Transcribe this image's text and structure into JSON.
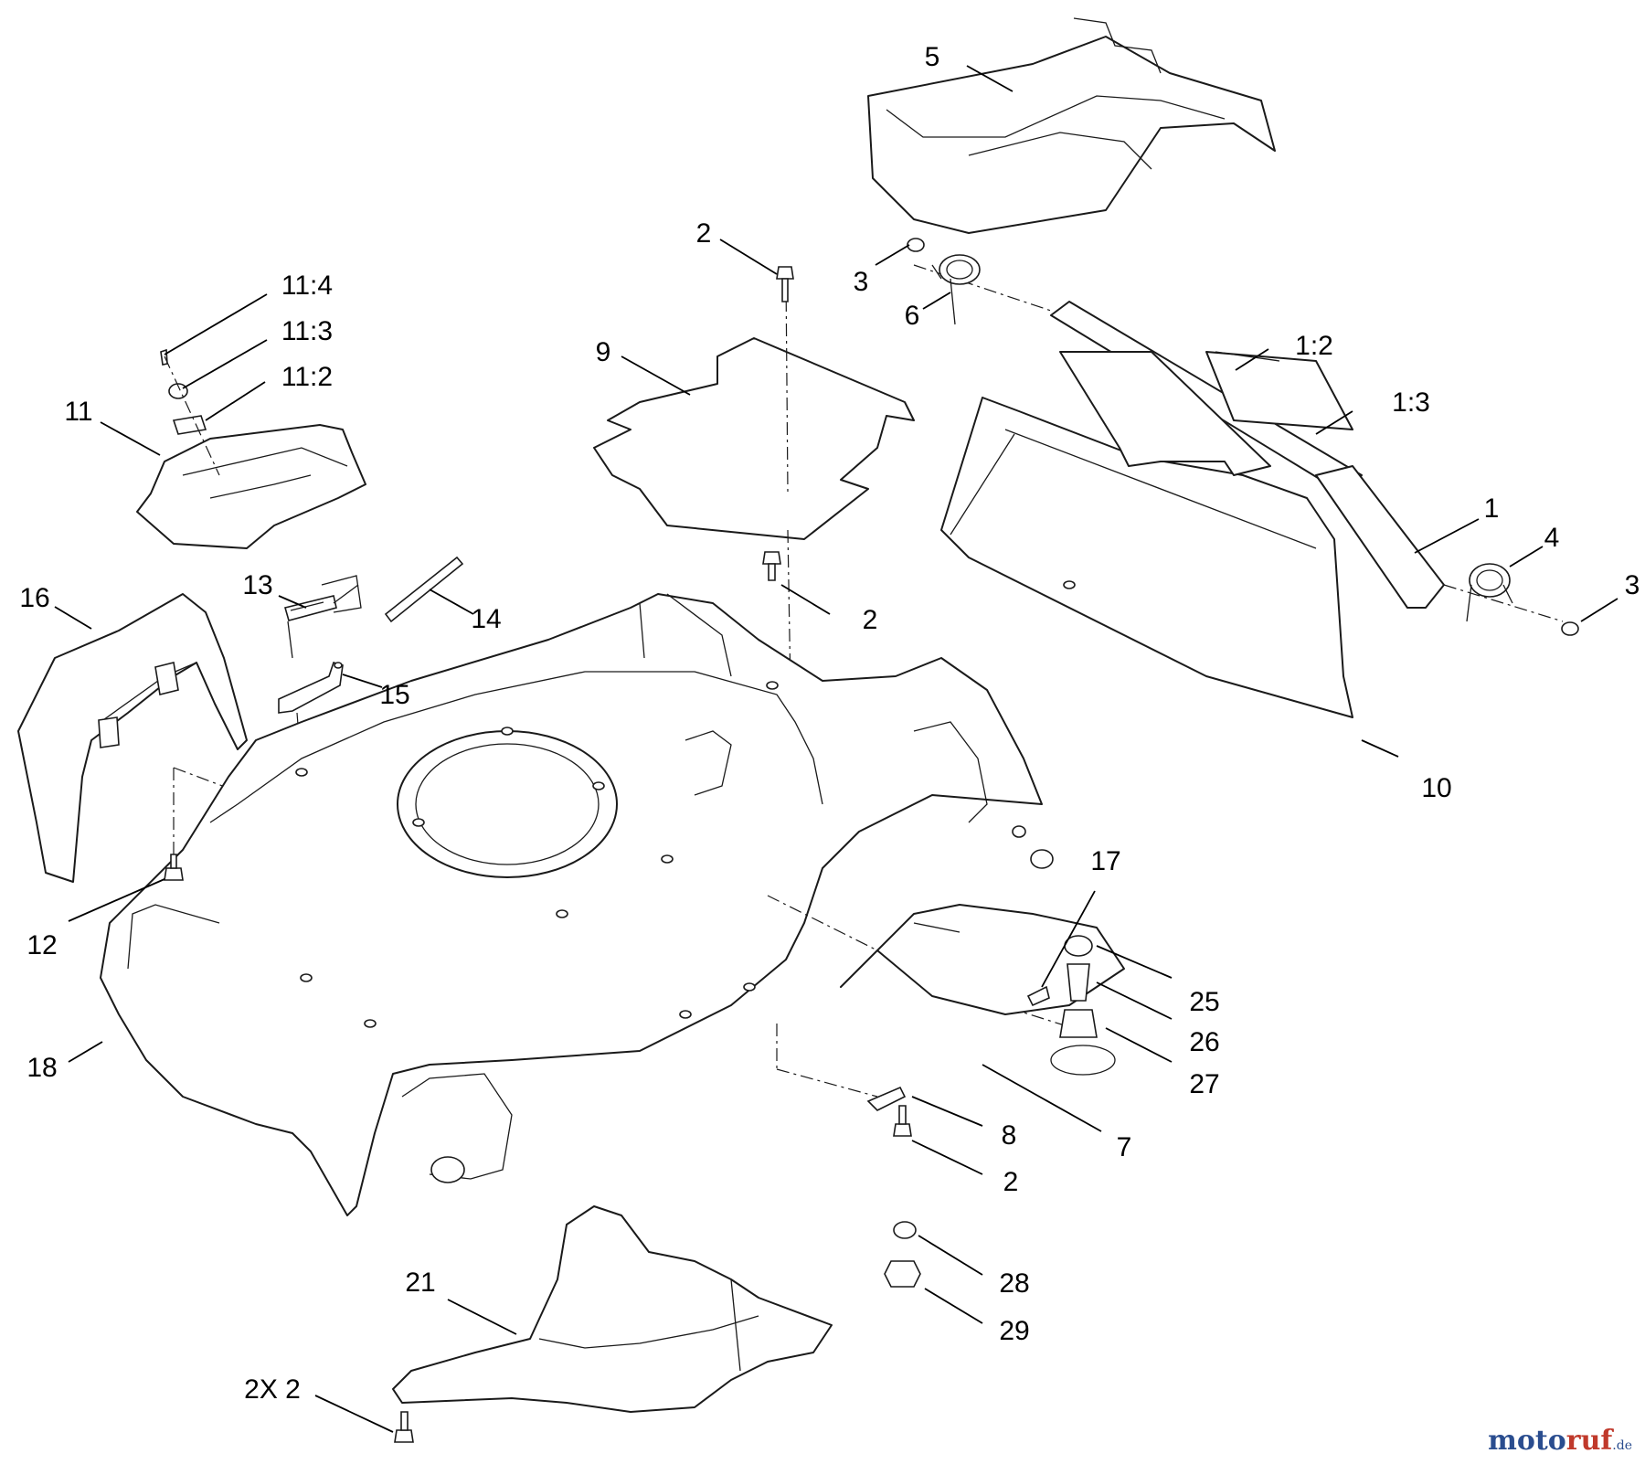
{
  "callouts": [
    {
      "id": "c-5",
      "label": "5"
    },
    {
      "id": "c-2a",
      "label": "2"
    },
    {
      "id": "c-3a",
      "label": "3"
    },
    {
      "id": "c-6",
      "label": "6"
    },
    {
      "id": "c-11-4",
      "label": "11:4"
    },
    {
      "id": "c-11-3",
      "label": "11:3"
    },
    {
      "id": "c-11-2",
      "label": "11:2"
    },
    {
      "id": "c-11",
      "label": "11"
    },
    {
      "id": "c-9",
      "label": "9"
    },
    {
      "id": "c-1-2",
      "label": "1:2"
    },
    {
      "id": "c-1-3",
      "label": "1:3"
    },
    {
      "id": "c-1",
      "label": "1"
    },
    {
      "id": "c-4",
      "label": "4"
    },
    {
      "id": "c-3b",
      "label": "3"
    },
    {
      "id": "c-16",
      "label": "16"
    },
    {
      "id": "c-13",
      "label": "13"
    },
    {
      "id": "c-14",
      "label": "14"
    },
    {
      "id": "c-2b",
      "label": "2"
    },
    {
      "id": "c-15",
      "label": "15"
    },
    {
      "id": "c-10",
      "label": "10"
    },
    {
      "id": "c-17",
      "label": "17"
    },
    {
      "id": "c-12",
      "label": "12"
    },
    {
      "id": "c-25",
      "label": "25"
    },
    {
      "id": "c-26",
      "label": "26"
    },
    {
      "id": "c-27",
      "label": "27"
    },
    {
      "id": "c-18",
      "label": "18"
    },
    {
      "id": "c-8",
      "label": "8"
    },
    {
      "id": "c-7",
      "label": "7"
    },
    {
      "id": "c-2c",
      "label": "2"
    },
    {
      "id": "c-28",
      "label": "28"
    },
    {
      "id": "c-21",
      "label": "21"
    },
    {
      "id": "c-29",
      "label": "29"
    },
    {
      "id": "c-2x2",
      "label": "2X  2"
    }
  ],
  "watermark": {
    "part_a": "moto",
    "part_b": "ruf",
    "part_c": ".de"
  }
}
